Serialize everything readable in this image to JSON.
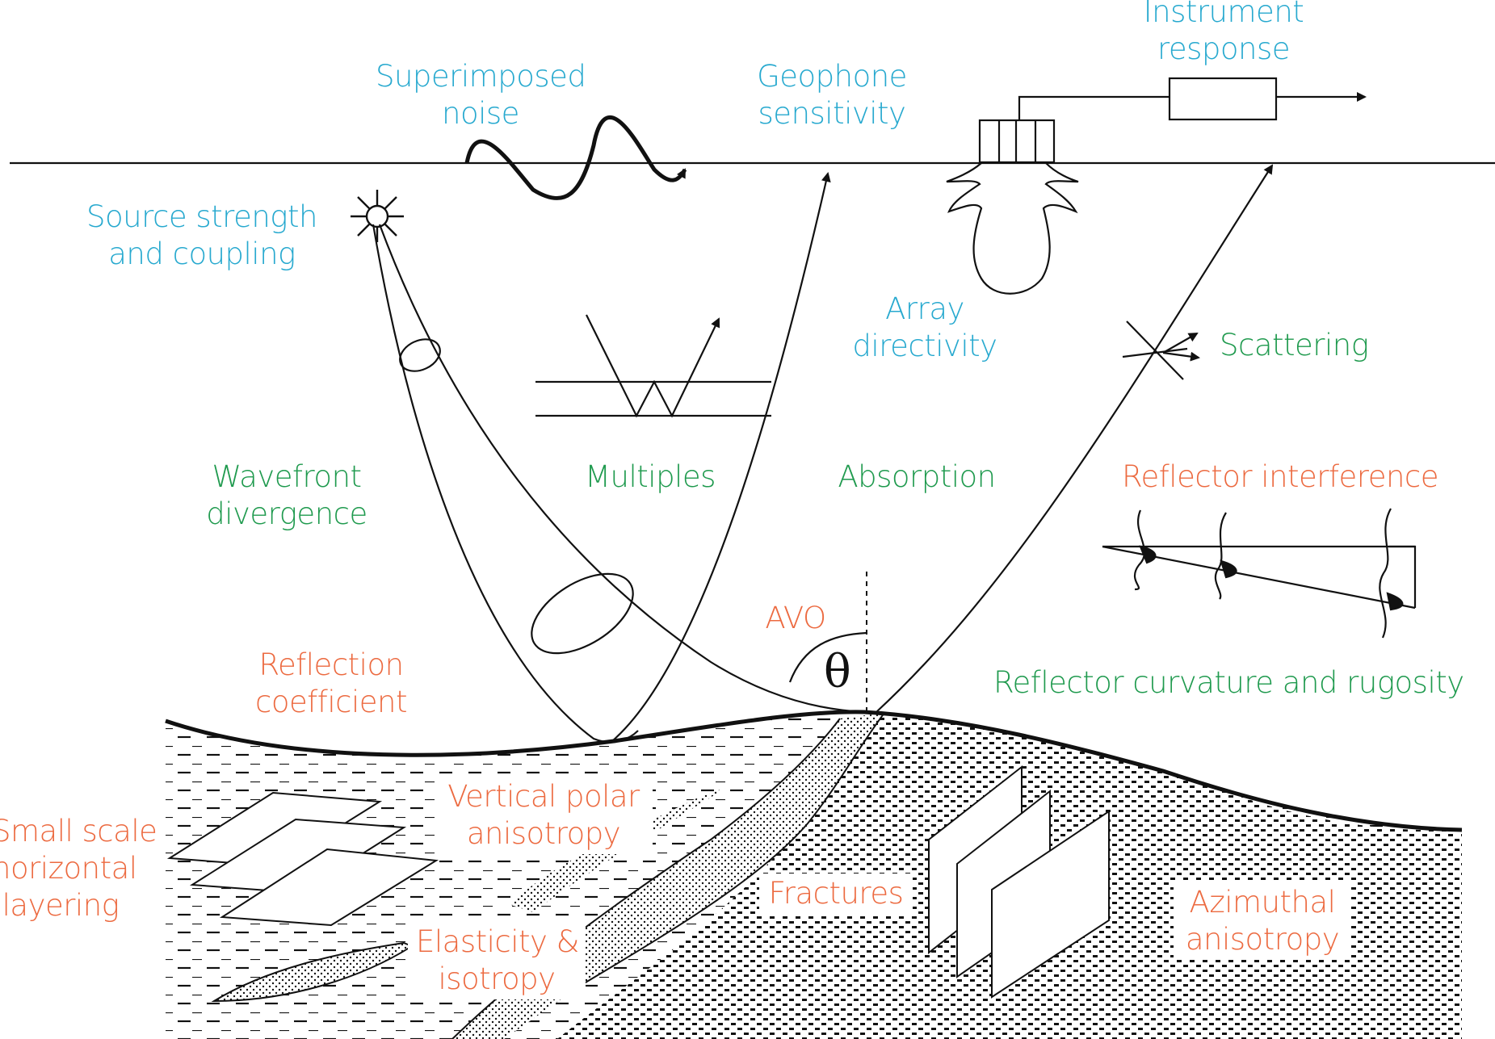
{
  "labels": {
    "instrument_response": [
      "Instrument",
      "response"
    ],
    "superimposed_noise": [
      "Superimposed",
      "noise"
    ],
    "geophone_sensitivity": [
      "Geophone",
      "sensitivity"
    ],
    "source_strength": [
      "Source strength",
      "and coupling"
    ],
    "array_directivity": [
      "Array",
      "directivity"
    ],
    "scattering": "Scattering",
    "wavefront_divergence": [
      "Wavefront",
      "divergence"
    ],
    "multiples": "Multiples",
    "absorption": "Absorption",
    "reflector_interference": "Reflector interference",
    "avo": "AVO",
    "theta": "θ",
    "reflection_coefficient": [
      "Reflection",
      "coefficient"
    ],
    "reflector_curvature": "Reflector curvature and rugosity",
    "small_scale_layering": [
      "Small scale",
      "horizontal",
      "layering"
    ],
    "vertical_polar_anisotropy": [
      "Vertical polar",
      "anisotropy"
    ],
    "fractures": "Fractures",
    "azimuthal_anisotropy": [
      "Azimuthal",
      "anisotropy"
    ],
    "elasticity_isotropy": [
      "Elasticity &",
      "isotropy"
    ]
  },
  "colors": {
    "blue": "#27a9cf",
    "green": "#1f9a4e",
    "orange": "#ec6a40",
    "line": "#111111"
  }
}
